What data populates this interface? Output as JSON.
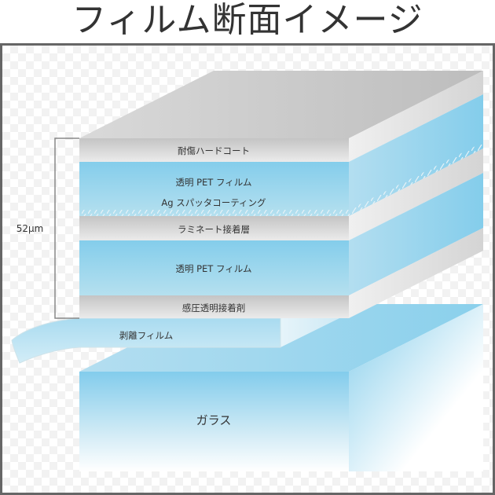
{
  "title": "フィルム断面イメージ",
  "thickness_label": "52μm",
  "layers": [
    {
      "label": "耐傷ハードコート",
      "type": "coating"
    },
    {
      "label": "透明 PET フィルム",
      "sublabel": "Ag スパッタコーティング",
      "type": "film"
    },
    {
      "label": "ラミネート接着層",
      "type": "adhesive"
    },
    {
      "label": "透明 PET フィルム",
      "type": "film"
    },
    {
      "label": "感圧透明接着剤",
      "type": "adhesive"
    }
  ],
  "release_film": {
    "label": "剥離フィルム"
  },
  "glass": {
    "label": "ガラス"
  },
  "colors": {
    "gray_layer": "#d6d6d6",
    "blue_layer": "#86cfec",
    "frame_border": "#666666",
    "text": "#333333"
  }
}
